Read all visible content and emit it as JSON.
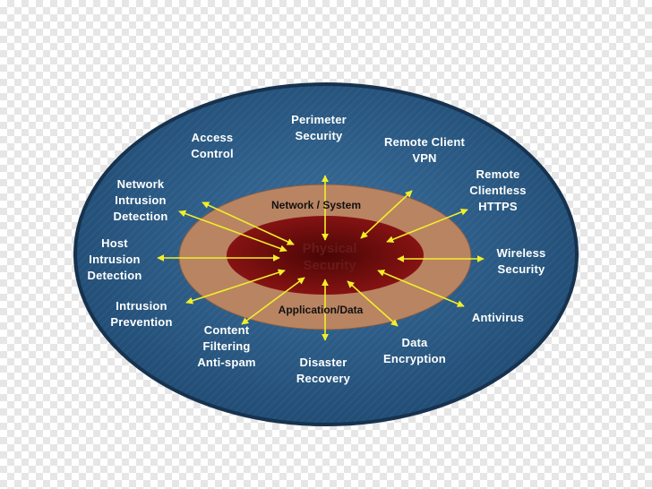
{
  "colors": {
    "outer_ellipse": "#2a5a86",
    "outer_border": "#16324e",
    "middle_ring": "#b98462",
    "inner_core": "#7a0c0c",
    "arrow": "#f2ee2a"
  },
  "core": {
    "label": "Physical\nSecurity"
  },
  "middle_ring": {
    "top_label": "Network / System",
    "bottom_label": "Application/Data"
  },
  "outer_labels": [
    {
      "id": "perimeter",
      "text": "Perimeter\nSecurity"
    },
    {
      "id": "access",
      "text": "Access\nControl"
    },
    {
      "id": "remote-vpn",
      "text": "Remote Client\nVPN"
    },
    {
      "id": "remote-https",
      "text": "Remote\nClientless\nHTTPS"
    },
    {
      "id": "nids",
      "text": "Network\nIntrusion\nDetection"
    },
    {
      "id": "hids",
      "text": "Host\nIntrusion\nDetection"
    },
    {
      "id": "wireless",
      "text": "Wireless\nSecurity"
    },
    {
      "id": "ips",
      "text": "Intrusion\nPrevention"
    },
    {
      "id": "antivirus",
      "text": "Antivirus"
    },
    {
      "id": "content",
      "text": "Content\nFiltering\nAnti-spam"
    },
    {
      "id": "encryption",
      "text": "Data\nEncryption"
    },
    {
      "id": "disaster",
      "text": "Disaster\nRecovery"
    }
  ]
}
